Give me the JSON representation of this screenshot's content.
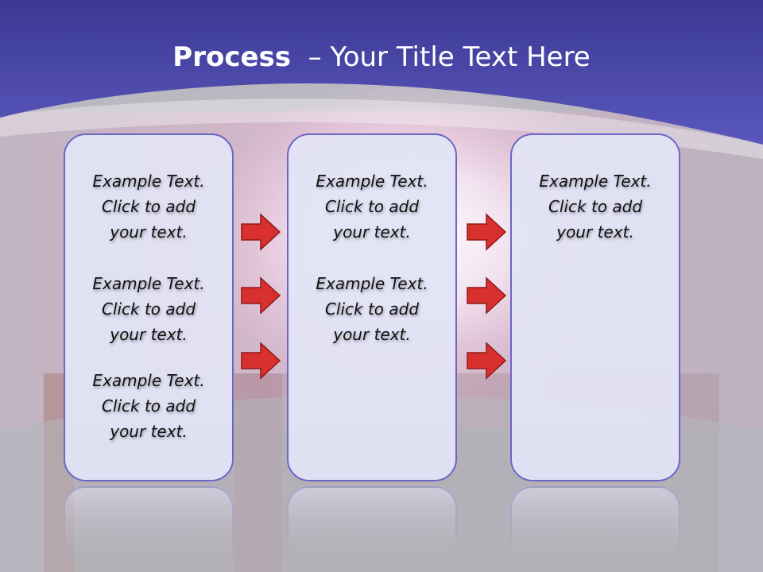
{
  "title": {
    "bold": "Process",
    "rest": "– Your Title Text Here"
  },
  "cards": [
    {
      "blocks": [
        {
          "lines": [
            "Example Text.",
            "Click  to add",
            "your text."
          ]
        },
        {
          "lines": [
            "Example Text.",
            "Click  to add",
            "your text."
          ]
        },
        {
          "lines": [
            "Example Text.",
            "Click  to add",
            "your text."
          ]
        }
      ]
    },
    {
      "blocks": [
        {
          "lines": [
            "Example Text.",
            "Click  to add",
            "your text."
          ]
        },
        {
          "lines": [
            "Example Text.",
            "Click  to add",
            "your text."
          ]
        }
      ]
    },
    {
      "blocks": [
        {
          "lines": [
            "Example Text.",
            "Click  to add",
            "your text."
          ]
        }
      ]
    }
  ],
  "arrows": [
    {
      "icon": "right-arrow-icon"
    },
    {
      "icon": "right-arrow-icon"
    },
    {
      "icon": "right-arrow-icon"
    },
    {
      "icon": "right-arrow-icon"
    },
    {
      "icon": "right-arrow-icon"
    },
    {
      "icon": "right-arrow-icon"
    }
  ],
  "colors": {
    "header": "#3f3c9c",
    "card_border": "#6b67c6",
    "card_fill": "#e2e4f6",
    "arrow": "#d8302e",
    "background": "#b9b8bf"
  }
}
